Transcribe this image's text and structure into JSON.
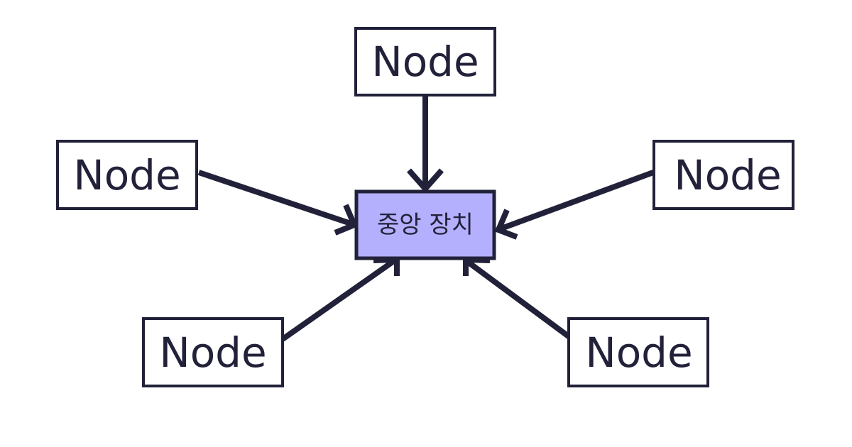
{
  "diagram": {
    "center": {
      "label": "중앙 장치",
      "fill_color": "#b5b0fd"
    },
    "nodes": [
      {
        "label": "Node"
      },
      {
        "label": "Node"
      },
      {
        "label": "Node"
      },
      {
        "label": "Node"
      },
      {
        "label": "Node"
      }
    ],
    "stroke_color": "#22213a"
  }
}
